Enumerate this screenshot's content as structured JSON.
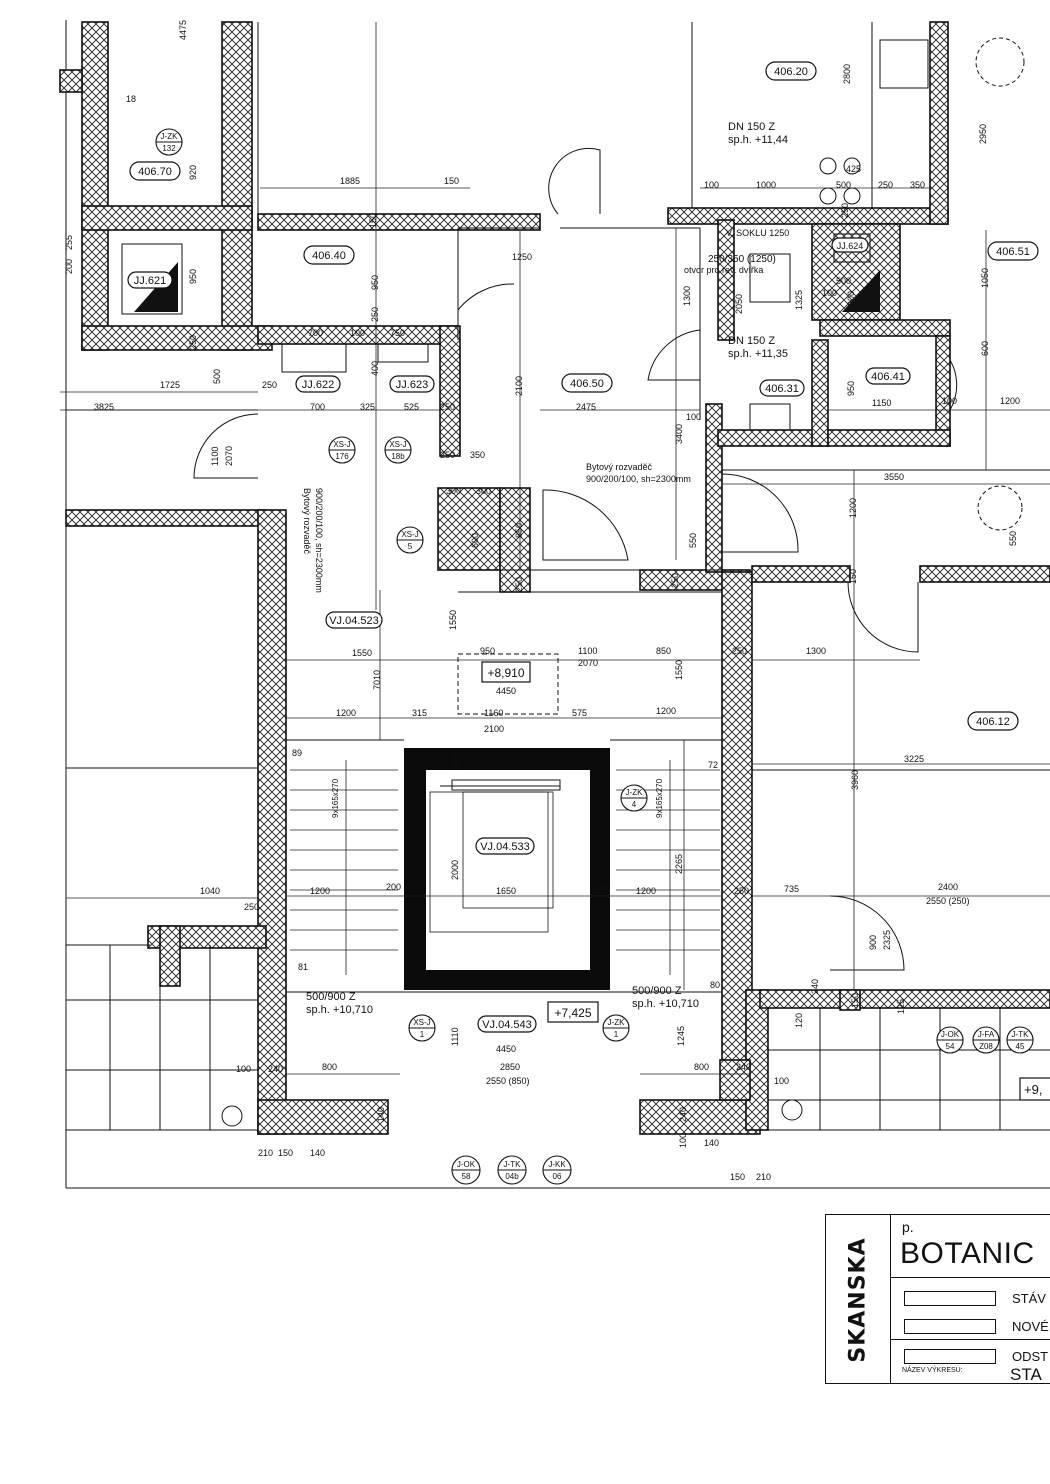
{
  "drawing": {
    "rooms": [
      "406.20",
      "406.70",
      "406.40",
      "406.50",
      "406.51",
      "406.31",
      "406.41",
      "406.12"
    ],
    "equipment_tags": [
      "JJ.621",
      "JJ.622",
      "JJ.623",
      "JJ.624",
      "VJ.04.523",
      "VJ.04.533",
      "VJ.04.543"
    ],
    "levels": [
      "+8,910",
      "+7,425",
      "+9,"
    ],
    "notes": {
      "dn_upper": "DN 150    Z",
      "dn_upper_sp": "sp.h. +11,44",
      "dn_lower": "DN 150    Z",
      "dn_lower_sp": "sp.h. +11,35",
      "sokl": "V. SOKLU 1250",
      "otvor_a": "250/350 (1250)",
      "otvor_b": "otvor pro rev. dvířka",
      "rozvadec_right_a": "Bytový rozvaděč",
      "rozvadec_right_b": "900/200/100, sh=2300mm",
      "rozvadec_left_a": "Bytový rozvaděč",
      "rozvadec_left_b": "900/200/100, sh=2300mm",
      "drain_left": "500/900    Z",
      "drain_left_sp": "sp.h. +10,710",
      "drain_right": "500/900    Z",
      "drain_right_sp": "sp.h. +10,710",
      "stair_left": "9x165x270",
      "stair_right": "9x165x270"
    },
    "bubbles": [
      {
        "top": "J-ZK",
        "bottom": "132"
      },
      {
        "top": "J-ZK",
        "bottom": "4"
      },
      {
        "top": "XS-J",
        "bottom": "1"
      },
      {
        "top": "J-ZK",
        "bottom": "1"
      },
      {
        "top": "J-OK",
        "bottom": "58"
      },
      {
        "top": "J-TK",
        "bottom": "04b"
      },
      {
        "top": "J-KK",
        "bottom": "06"
      },
      {
        "top": "J-OK",
        "bottom": "54"
      },
      {
        "top": "J-FA",
        "bottom": "Z08"
      },
      {
        "top": "J-TK",
        "bottom": "45"
      },
      {
        "top": "XS-J",
        "bottom": "176"
      },
      {
        "top": "XS-J",
        "bottom": "18b"
      },
      {
        "top": "XS-J",
        "bottom": "5"
      }
    ],
    "dimensions": {
      "d4475": "4475",
      "d18": "18",
      "d920": "920",
      "d1885": "1885",
      "d150a": "150",
      "d2800": "2800",
      "d2950": "2950",
      "d100a": "100",
      "d1000": "1000",
      "d500a": "500",
      "d425": "425",
      "d250a": "250",
      "d350a": "350",
      "d200a": "200",
      "d250b": "250",
      "d950a": "950",
      "d950b": "950",
      "d250c": "250",
      "d1250": "1250",
      "d1300": "1300",
      "d2050": "2050",
      "d1325": "1325",
      "d500b": "500",
      "d100b": "100",
      "d900a": "900",
      "d1050": "1050",
      "d600": "600",
      "d700a": "700",
      "d100c": "100",
      "d750": "750",
      "d400": "400",
      "d1725": "1725",
      "d500c": "500",
      "d250d": "250",
      "d3825": "3825",
      "d700b": "700",
      "d325": "325",
      "d525": "525",
      "d250e": "250",
      "d2100a": "2100",
      "d2475": "2475",
      "d3400": "3400",
      "d100d": "100",
      "d950c": "950",
      "d1150": "1150",
      "d100e": "100",
      "d1200a": "1200",
      "d1100a": "1100",
      "d2070a": "2070",
      "d250f": "250",
      "d350b": "350",
      "d3550": "3550",
      "d300a": "300",
      "d300b": "300",
      "d600b": "600",
      "d850a": "850",
      "d550a": "550",
      "d1200b": "1200",
      "d550b": "550",
      "d250g": "250",
      "d250h": "250",
      "d150b": "150",
      "d1550a": "1550",
      "d1550b": "1550",
      "d950d": "950",
      "d1100b": "1100",
      "d2070b": "2070",
      "d850b": "850",
      "d250i": "250",
      "d1300b": "1300",
      "d7010": "7010",
      "d4450a": "4450",
      "d1550c": "1550",
      "d1200c": "1200",
      "d315": "315",
      "d1160": "1160",
      "d575": "575",
      "d1200d": "1200",
      "d2100b": "2100",
      "d89": "89",
      "d72": "72",
      "d3225": "3225",
      "d3960": "3960",
      "d2000": "2000",
      "d1650": "1650",
      "d2265": "2265",
      "d1040": "1040",
      "d250j": "250",
      "d1200e": "1200",
      "d200b": "200",
      "d200c": "200",
      "d1200f": "1200",
      "d250k": "250",
      "d735": "735",
      "d2400": "2400",
      "d2550_250": "2550 (250)",
      "d900b": "900",
      "d2325": "2325",
      "d81": "81",
      "d240a": "240",
      "d120": "120",
      "d125": "125",
      "d150c": "150",
      "d1110": "1110",
      "d1245": "1245",
      "d80": "80",
      "d4450b": "4450",
      "d2850": "2850",
      "d2550_850": "2550 (850)",
      "d800a": "800",
      "d800b": "800",
      "d100f": "100",
      "d240b": "240",
      "d240c": "240",
      "d100g": "100",
      "d140a": "140",
      "d240d": "240",
      "d100h": "100",
      "d210": "210",
      "d150d": "150",
      "d140b": "140",
      "d140c": "140",
      "d150e": "150",
      "d210b": "210",
      "d250l": "250",
      "d255": "255",
      "d200d": "200"
    }
  },
  "titleblock": {
    "logo": "SKANSKA",
    "prefix": "p.",
    "project": "BOTANIC",
    "legend": [
      "STÁV",
      "NOVÉ",
      "ODST"
    ],
    "name_label": "NÁZEV VÝKRESU:",
    "name_value": "STA"
  }
}
